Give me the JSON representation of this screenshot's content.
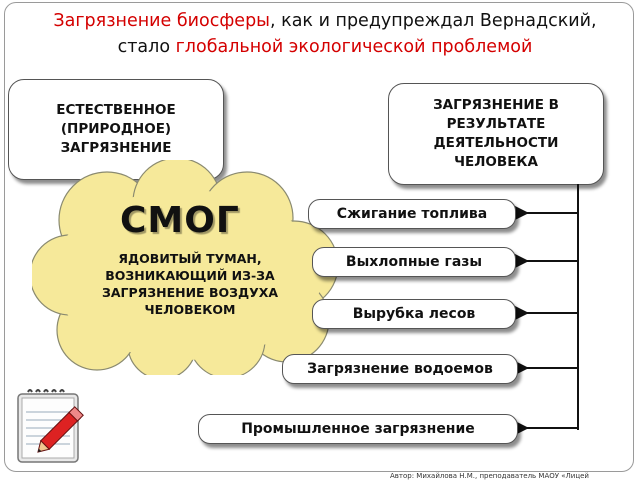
{
  "title": {
    "part1": "Загрязнение биосферы",
    "part2": ", как и предупреждал Вернадский,  стало ",
    "part3": "глобальной экологической проблемой"
  },
  "natural_box": {
    "label": "ЕСТЕСТВЕННОЕ (ПРИРОДНОЕ) ЗАГРЯЗНЕНИЕ"
  },
  "human_box": {
    "label": "ЗАГРЯЗНЕНИЕ В РЕЗУЛЬТАТЕ ДЕЯТЕЛЬНОСТИ ЧЕЛОВЕКА"
  },
  "smog": {
    "title": "СМОГ",
    "description": "ЯДОВИТЫЙ ТУМАН, ВОЗНИКАЮЩИЙ ИЗ-ЗА ЗАГРЯЗНЕНИЕ ВОЗДУХА ЧЕЛОВЕКОМ"
  },
  "causes": [
    {
      "label": "Сжигание топлива"
    },
    {
      "label": "Выхлопные газы"
    },
    {
      "label": "Вырубка лесов"
    },
    {
      "label": "Загрязнение водоемов"
    },
    {
      "label": "Промышленное загрязнение"
    }
  ],
  "footer": {
    "text": "Автор: Михайлова Н.М., преподаватель МАОУ «Лицей"
  },
  "colors": {
    "accent": "#d40000",
    "cloud_fill": "#f6e99a",
    "cloud_stroke": "#8a8a70"
  },
  "icons": {
    "notepad": "notepad-pencil-icon",
    "arrow": "arrow-left-icon"
  }
}
